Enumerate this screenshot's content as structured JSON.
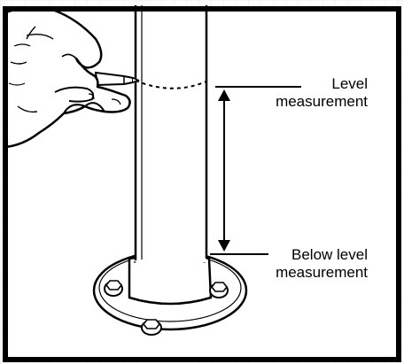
{
  "annotations": {
    "upper": {
      "line1": "Level",
      "line2": "measurement"
    },
    "lower": {
      "line1": "Below level",
      "line2": "measurement"
    }
  },
  "colors": {
    "ink": "#000000",
    "background": "#ffffff",
    "grid": "#d9d9d9"
  },
  "icons": {
    "hand": "hand-holding-marker-icon",
    "pole": "round-post-icon",
    "base": "bolted-base-plate-icon"
  }
}
